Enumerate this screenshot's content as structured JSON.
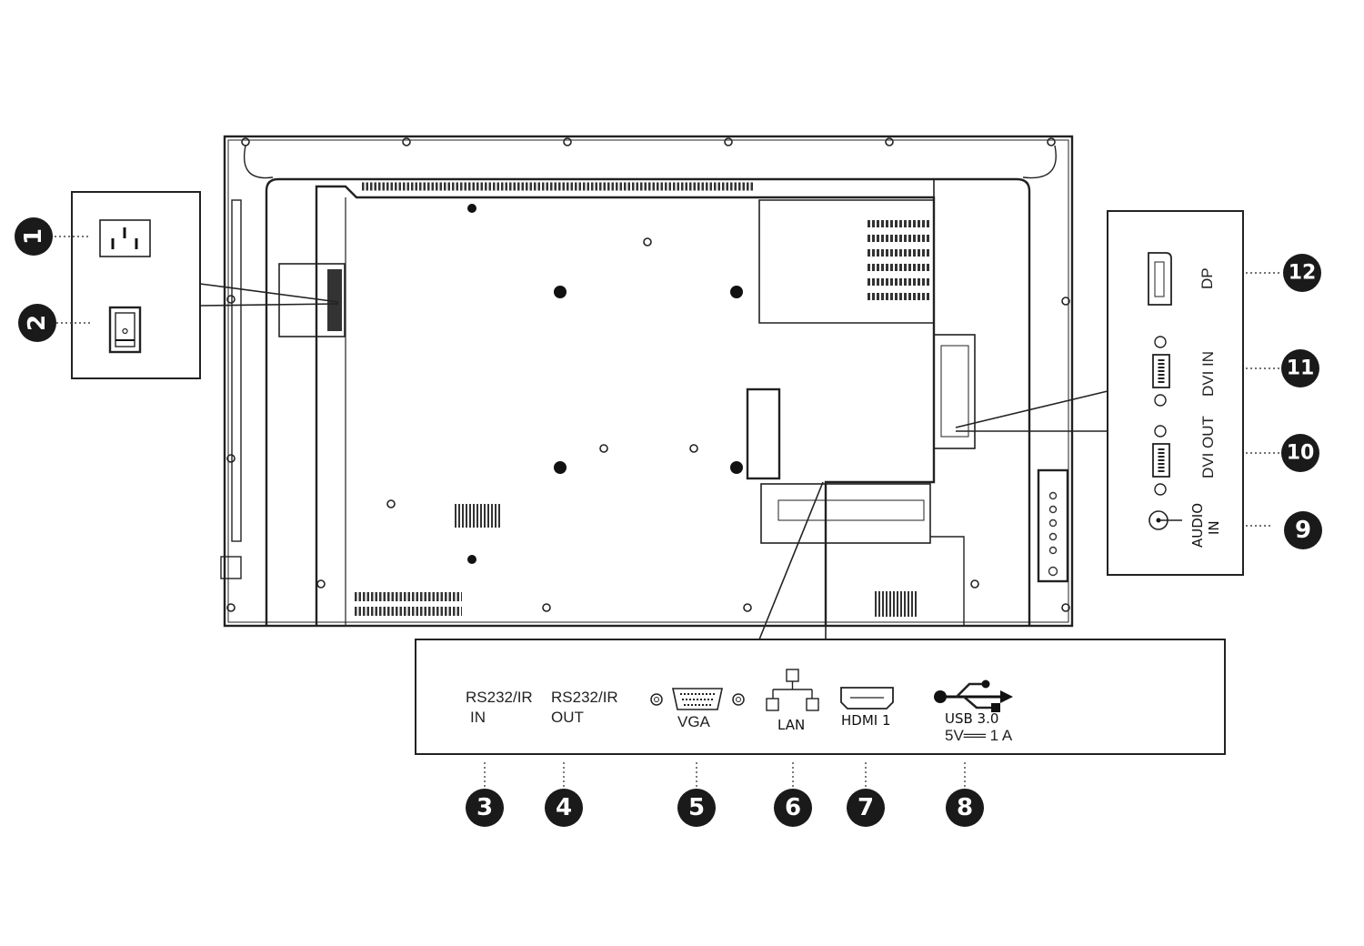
{
  "callouts": {
    "c1": "1",
    "c2": "2",
    "c3": "3",
    "c4": "4",
    "c5": "5",
    "c6": "6",
    "c7": "7",
    "c8": "8",
    "c9": "9",
    "c10": "10",
    "c11": "11",
    "c12": "12"
  },
  "bottom_panel": {
    "rs232_in_line1": "RS232/IR",
    "rs232_in_line2": "IN",
    "rs232_out_line1": "RS232/IR",
    "rs232_out_line2": "OUT",
    "vga": "VGA",
    "lan": "LAN",
    "hdmi": "HDMI 1",
    "usb_line1": "USB 3.0",
    "usb_line2": "5V══ 1 A"
  },
  "side_panel": {
    "dp": "DP",
    "dvi_in": "DVI IN",
    "dvi_out": "DVI OUT",
    "audio_line1": "AUDIO",
    "audio_line2": "IN"
  },
  "icons": {
    "power_inlet": "ac-power-inlet-icon",
    "power_switch": "rocker-switch-icon",
    "vga": "vga-connector-icon",
    "lan": "network-lan-icon",
    "hdmi": "hdmi-port-icon",
    "usb": "usb-trident-icon",
    "dp": "displayport-icon",
    "dvi": "dvi-connector-icon",
    "audio": "audio-jack-icon"
  },
  "colors": {
    "line": "#222222",
    "badge": "#1a1a1a",
    "background": "#ffffff"
  }
}
